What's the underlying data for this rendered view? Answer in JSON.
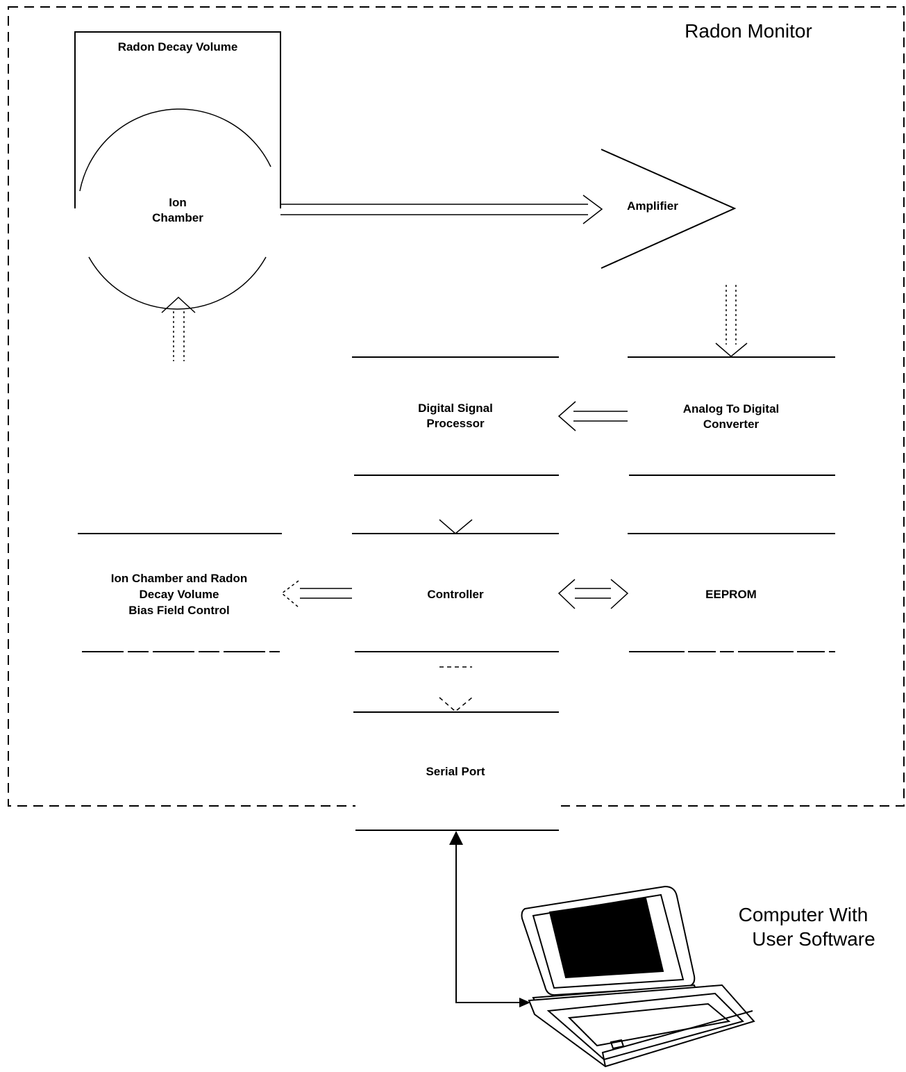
{
  "monitor": {
    "title": "Radon Monitor"
  },
  "decay_volume": {
    "label": "Radon Decay Volume"
  },
  "ion_chamber": {
    "line1": "Ion",
    "line2": "Chamber"
  },
  "amplifier": {
    "label": "Amplifier"
  },
  "adc": {
    "line1": "Analog To Digital",
    "line2": "Converter"
  },
  "dsp": {
    "line1": "Digital Signal",
    "line2": "Processor"
  },
  "controller": {
    "label": "Controller"
  },
  "eeprom": {
    "label": "EEPROM"
  },
  "bias_control": {
    "line1": "Ion Chamber and Radon",
    "line2": "Decay Volume",
    "line3": "Bias Field Control"
  },
  "serial_port": {
    "label": "Serial Port"
  },
  "computer": {
    "line1": "Computer With",
    "line2": "User Software",
    "icon": "laptop-icon"
  }
}
